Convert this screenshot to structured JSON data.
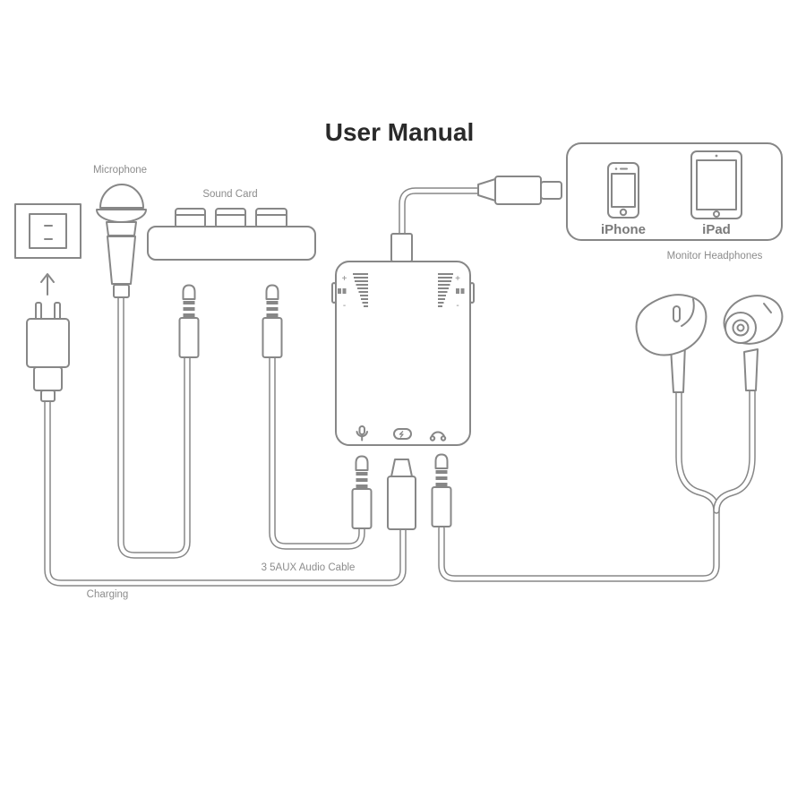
{
  "title": "User Manual",
  "labels": {
    "microphone": "Microphone",
    "sound_card": "Sound Card",
    "aux_cable": "3 5AUX Audio Cable",
    "charging": "Charging",
    "iphone": "iPhone",
    "ipad": "iPad",
    "monitor_headphones": "Monitor Headphones"
  },
  "adapter": {
    "volume_plus": "+",
    "volume_minus": "-",
    "port_icons": [
      "microphone-icon",
      "battery-charging-icon",
      "headphones-icon"
    ]
  },
  "colors": {
    "line": "#878787",
    "title_text": "#2a2a2a",
    "label_text": "#8c8c8c",
    "background": "#ffffff"
  }
}
